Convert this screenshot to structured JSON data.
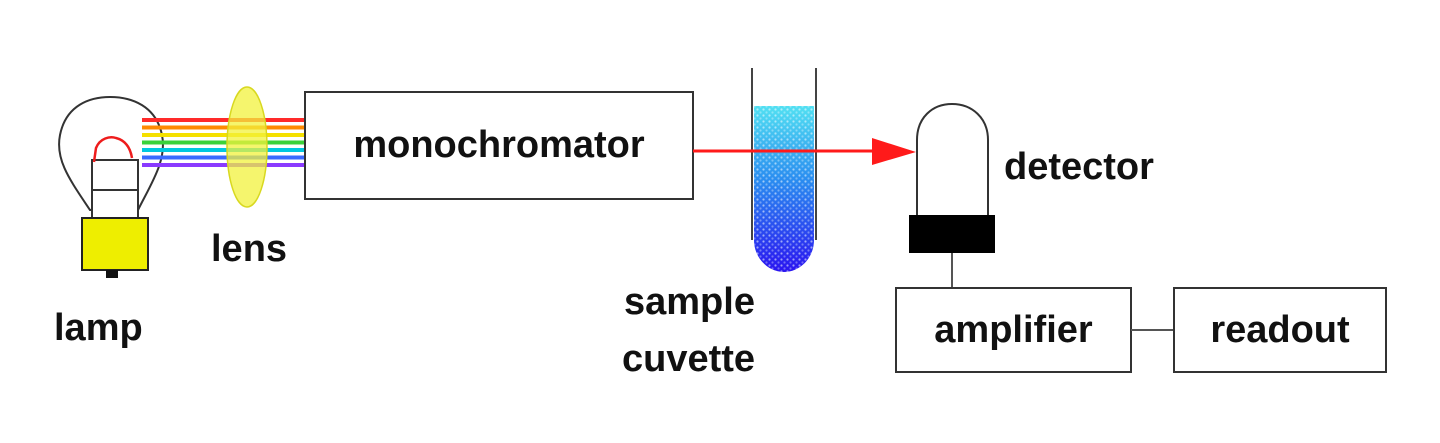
{
  "labels": {
    "lamp": "lamp",
    "lens": "lens",
    "monochromator": "monochromator",
    "sample_line1": "sample",
    "sample_line2": "cuvette",
    "detector": "detector",
    "amplifier": "amplifier",
    "readout": "readout"
  },
  "colors": {
    "beam": "#ff1a1a",
    "lens": "#f2f23c",
    "lamp_base": "#eeee00",
    "sample_top": "#4ad8f0",
    "sample_bottom": "#2a18f0",
    "detector_base": "#000000",
    "spectrum": [
      "#ff2a2a",
      "#ff8a00",
      "#f5e000",
      "#3ad23a",
      "#00c8e0",
      "#3a6aff",
      "#8a3aff"
    ]
  }
}
